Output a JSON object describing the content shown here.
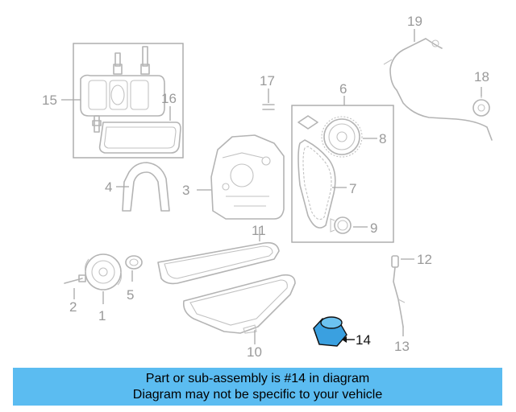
{
  "callouts": {
    "c1": "1",
    "c2": "2",
    "c3": "3",
    "c4": "4",
    "c5": "5",
    "c6": "6",
    "c7": "7",
    "c8": "8",
    "c9": "9",
    "c10": "10",
    "c11": "11",
    "c12": "12",
    "c13": "13",
    "c14": "14",
    "c15": "15",
    "c16": "16",
    "c17": "17",
    "c18": "18",
    "c19": "19"
  },
  "highlighted_part": "14",
  "colors": {
    "banner_bg": "#5bbcf1",
    "highlight_part": "#3aa0e0",
    "line_art": "#b4b4b4"
  },
  "banner": {
    "line1": "Part or sub-assembly is #14 in diagram",
    "line2": "Diagram may not be specific to your vehicle"
  }
}
